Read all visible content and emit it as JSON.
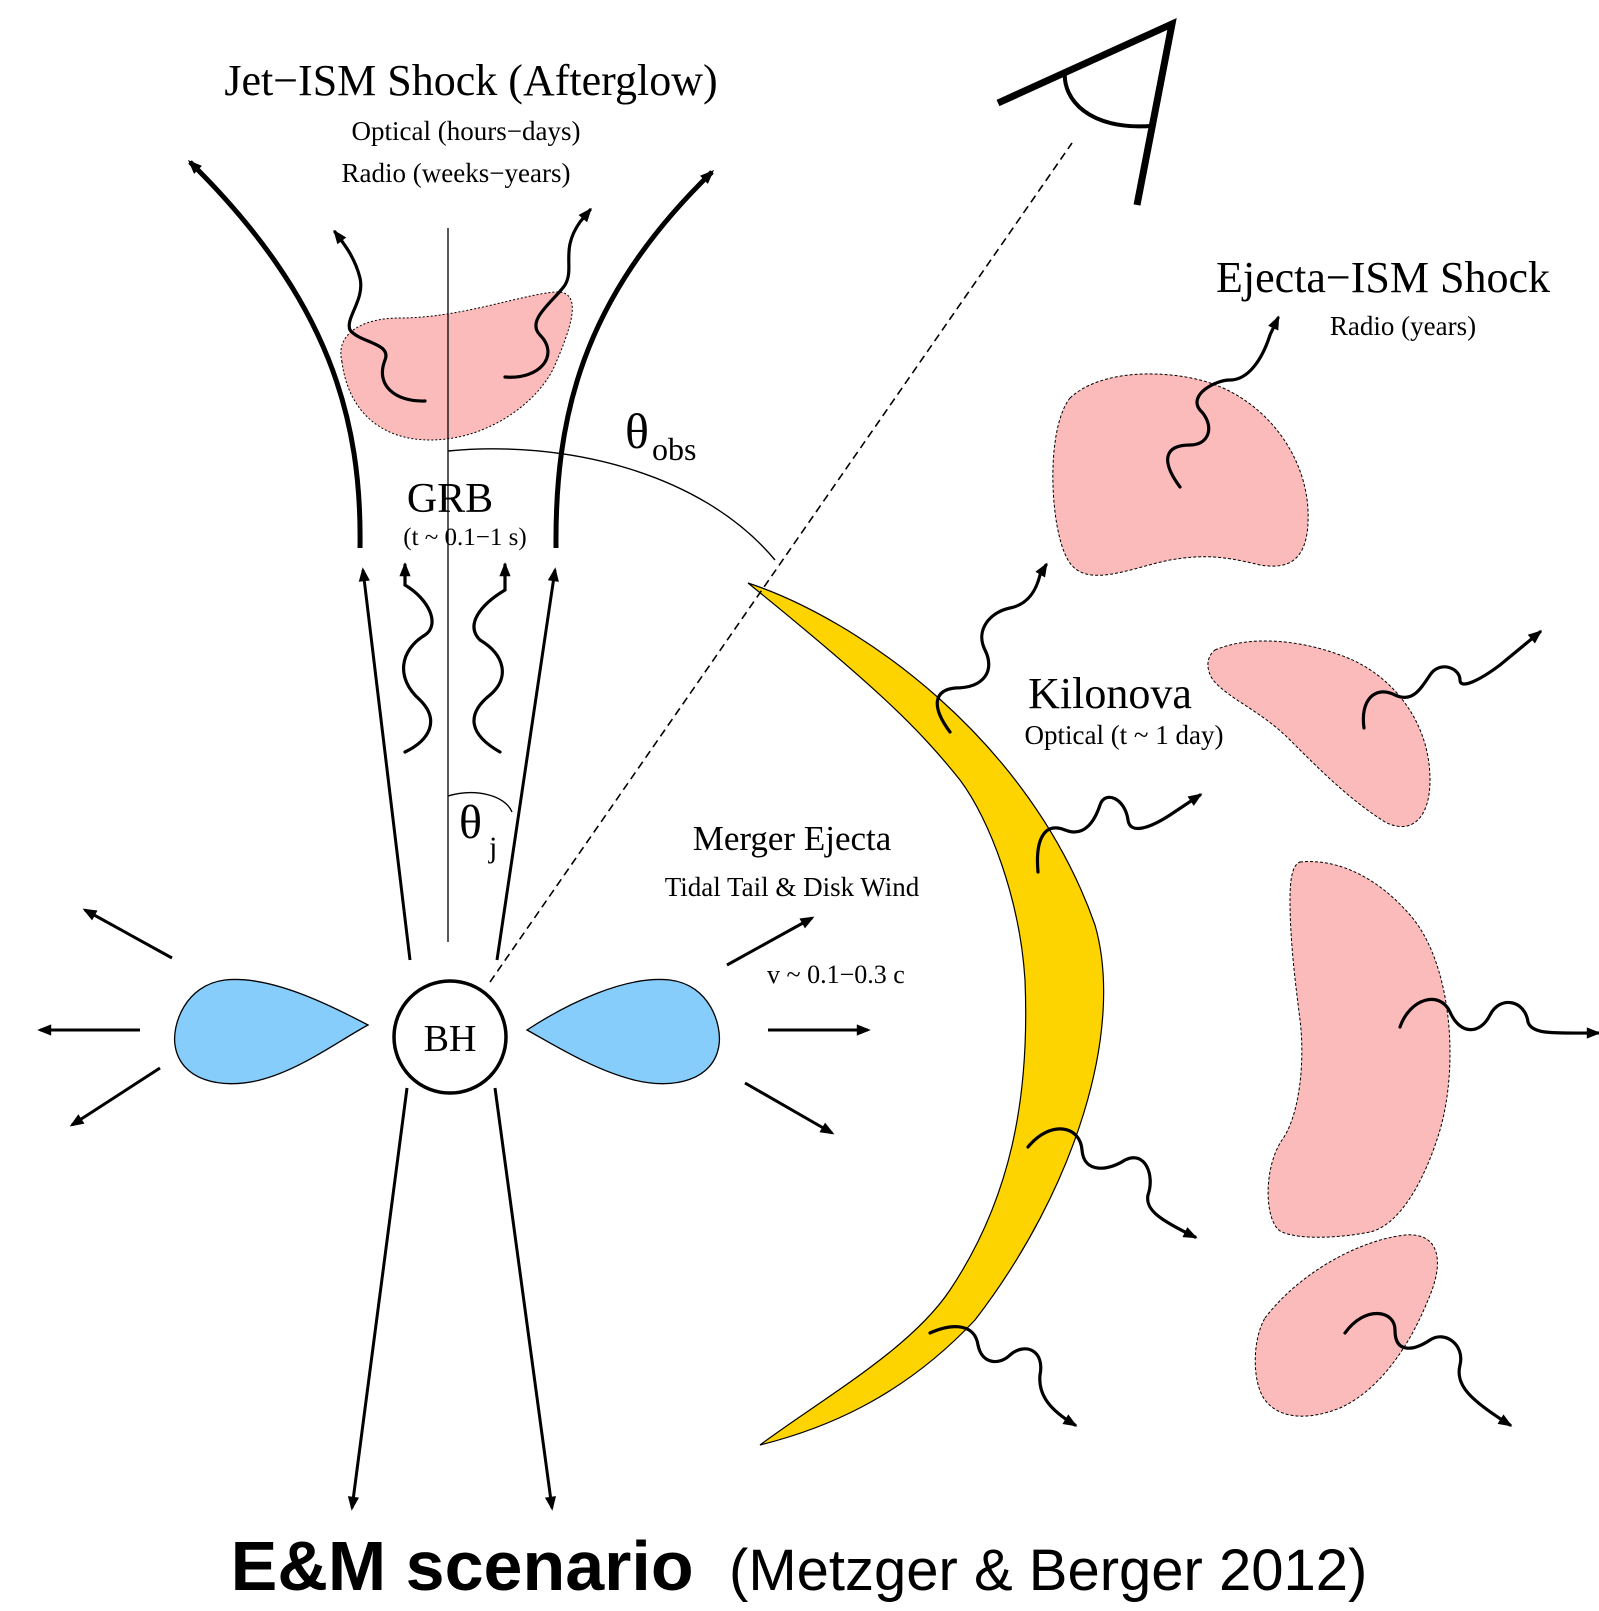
{
  "labels": {
    "jet_ism_title": "Jet−ISM Shock (Afterglow)",
    "jet_ism_optical": "Optical (hours−days)",
    "jet_ism_radio": "Radio (weeks−years)",
    "ejecta_ism_title": "Ejecta−ISM Shock",
    "ejecta_ism_radio": "Radio (years)",
    "grb": "GRB",
    "grb_time": "(t ~ 0.1−1 s)",
    "theta": "θ",
    "theta_obs_sub": "obs",
    "theta_j_sub": "j",
    "kilonova": "Kilonova",
    "kilonova_optical": "Optical (t ~ 1 day)",
    "merger_ejecta": "Merger Ejecta",
    "merger_ejecta_sub": "Tidal Tail & Disk Wind",
    "velocity": "v ~ 0.1−0.3 c",
    "bh": "BH"
  },
  "caption": {
    "bold": "E&M scenario",
    "ref": "(Metzger & Berger 2012)"
  },
  "colors": {
    "shock_pink": "#fbbbbb",
    "kilonova_yellow": "#fdd400",
    "disk_blue": "#87cdfb",
    "line": "#000000"
  },
  "icons": {
    "observer": "eye-icon"
  }
}
